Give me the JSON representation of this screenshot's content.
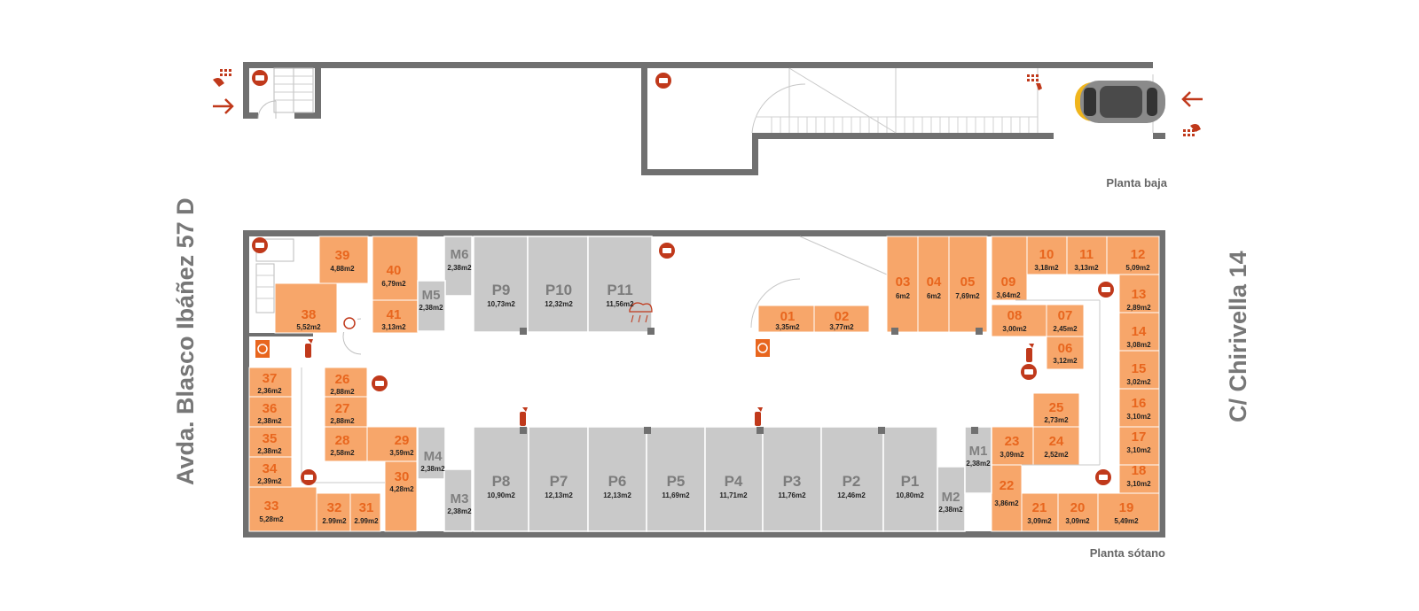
{
  "colors": {
    "wall": "#707070",
    "storage": "#f7a66a",
    "parking": "#c9c9c9",
    "storage_number": "#e8661e",
    "arrow": "#c0391b",
    "icon_red": "#c0391b"
  },
  "streets": {
    "left": "Avda. Blasco Ibáñez 57 D",
    "right": "C/ Chirivella  14"
  },
  "captions": {
    "ground_floor": "Planta baja",
    "basement": "Planta sótano"
  },
  "icons": [
    "arrow-right-icon",
    "arrow-left-icon",
    "access-keypad-icon",
    "car-icon",
    "camera-icon",
    "fire-extinguisher-icon",
    "fire-hose-icon",
    "ventilation-icon"
  ],
  "storage_units": [
    {
      "id": "03",
      "area": "6m2"
    },
    {
      "id": "04",
      "area": "6m2"
    },
    {
      "id": "05",
      "area": "7,69m2"
    },
    {
      "id": "09",
      "area": "3,64m2"
    },
    {
      "id": "10",
      "area": "3,18m2"
    },
    {
      "id": "11",
      "area": "3,13m2"
    },
    {
      "id": "12",
      "area": "5,09m2"
    },
    {
      "id": "13",
      "area": "2,89m2"
    },
    {
      "id": "14",
      "area": "3,08m2"
    },
    {
      "id": "15",
      "area": "3,02m2"
    },
    {
      "id": "16",
      "area": "3,10m2"
    },
    {
      "id": "17",
      "area": "3,10m2"
    },
    {
      "id": "18",
      "area": "3,10m2"
    },
    {
      "id": "19",
      "area": "5,49m2"
    },
    {
      "id": "20",
      "area": "3,09m2"
    },
    {
      "id": "21",
      "area": "3,09m2"
    },
    {
      "id": "22",
      "area": "3,86m2"
    },
    {
      "id": "23",
      "area": "3,09m2"
    },
    {
      "id": "24",
      "area": "2,52m2"
    },
    {
      "id": "25",
      "area": "2,73m2"
    },
    {
      "id": "06",
      "area": "3,12m2"
    },
    {
      "id": "07",
      "area": "2,45m2"
    },
    {
      "id": "08",
      "area": "3,00m2"
    },
    {
      "id": "01",
      "area": "3,35m2"
    },
    {
      "id": "02",
      "area": "3,77m2"
    },
    {
      "id": "39",
      "area": "4,88m2"
    },
    {
      "id": "40",
      "area": "6,79m2"
    },
    {
      "id": "38",
      "area": "5,52m2"
    },
    {
      "id": "41",
      "area": "3,13m2"
    },
    {
      "id": "37",
      "area": "2,36m2"
    },
    {
      "id": "36",
      "area": "2,38m2"
    },
    {
      "id": "35",
      "area": "2,38m2"
    },
    {
      "id": "34",
      "area": "2,39m2"
    },
    {
      "id": "33",
      "area": "5,28m2"
    },
    {
      "id": "32",
      "area": "2.99m2"
    },
    {
      "id": "31",
      "area": "2.99m2"
    },
    {
      "id": "26",
      "area": "2,88m2"
    },
    {
      "id": "27",
      "area": "2,88m2"
    },
    {
      "id": "28",
      "area": "2,58m2"
    },
    {
      "id": "29",
      "area": "3,59m2"
    },
    {
      "id": "30",
      "area": "4,28m2"
    }
  ],
  "motorbike_spaces": [
    {
      "id": "M6",
      "area": "2,38m2"
    },
    {
      "id": "M5",
      "area": "2,38m2"
    },
    {
      "id": "M4",
      "area": "2,38m2"
    },
    {
      "id": "M3",
      "area": "2,38m2"
    },
    {
      "id": "M2",
      "area": "2,38m2"
    },
    {
      "id": "M1",
      "area": "2,38m2"
    }
  ],
  "parking_spaces": [
    {
      "id": "P9",
      "area": "10,73m2"
    },
    {
      "id": "P10",
      "area": "12,32m2"
    },
    {
      "id": "P11",
      "area": "11,56m2"
    },
    {
      "id": "P8",
      "area": "10,90m2"
    },
    {
      "id": "P7",
      "area": "12,13m2"
    },
    {
      "id": "P6",
      "area": "12,13m2"
    },
    {
      "id": "P5",
      "area": "11,69m2"
    },
    {
      "id": "P4",
      "area": "11,71m2"
    },
    {
      "id": "P3",
      "area": "11,76m2"
    },
    {
      "id": "P2",
      "area": "12,46m2"
    },
    {
      "id": "P1",
      "area": "10,80m2"
    }
  ]
}
